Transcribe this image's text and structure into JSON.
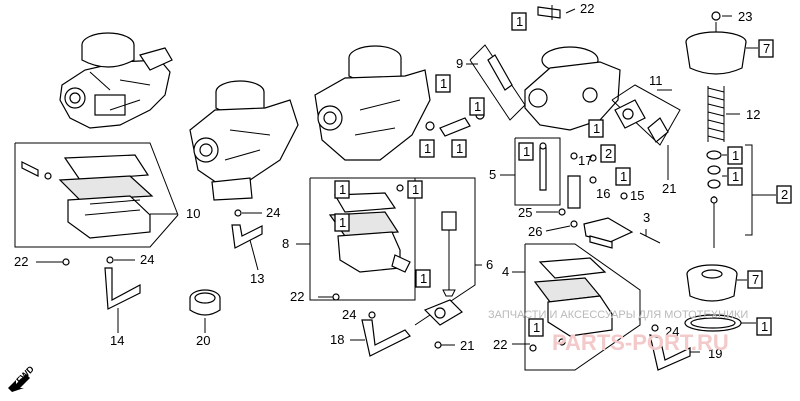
{
  "diagram": {
    "callouts": {
      "c10": "10",
      "c13": "13",
      "c14": "14",
      "c20": "20",
      "c18": "18",
      "c21a": "21",
      "c21b": "21",
      "c22a": "22",
      "c22b": "22",
      "c22c": "22",
      "c22d": "22",
      "c23": "23",
      "c24a": "24",
      "c24b": "24",
      "c24c": "24",
      "c24d": "24",
      "c3": "3",
      "c4": "4",
      "c5": "5",
      "c6": "6",
      "c8": "8",
      "c9": "9",
      "c11": "11",
      "c12": "12",
      "c15": "15",
      "c16": "16",
      "c17": "17",
      "c19": "19",
      "c25": "25",
      "c26": "26"
    },
    "boxed": {
      "b1": "1",
      "b2": "1",
      "b3": "1",
      "b4": "1",
      "b5": "1",
      "b6": "1",
      "b7": "1",
      "b8": "1",
      "b9": "1",
      "b10": "1",
      "b11": "1",
      "b12": "1",
      "b13": "1",
      "b14": "1",
      "b15": "1",
      "b16": "1",
      "b2a": "2",
      "b2b": "2",
      "b7a": "7",
      "b7b": "7"
    },
    "direction_label": "FWD",
    "watermark": {
      "line1": "ЗАПЧАСТИ И АКСЕССУАРЫ ДЛЯ МОТОТЕХНИКИ",
      "line2": "PARTS-PORT.RU"
    }
  }
}
